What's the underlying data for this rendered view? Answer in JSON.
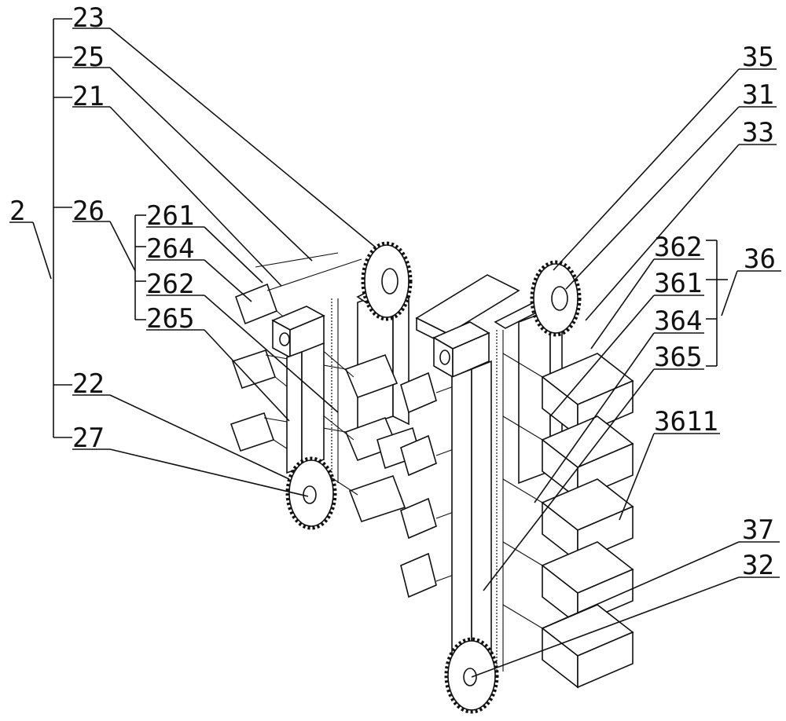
{
  "figure": {
    "labels": {
      "l2": "2",
      "l23": "23",
      "l25": "25",
      "l21": "21",
      "l26": "26",
      "l261": "261",
      "l264": "264",
      "l262": "262",
      "l265": "265",
      "l22": "22",
      "l27": "27",
      "l35": "35",
      "l31": "31",
      "l33": "33",
      "l362": "362",
      "l361": "361",
      "l364": "364",
      "l365": "365",
      "l36": "36",
      "l3611": "3611",
      "l37": "37",
      "l32": "32"
    }
  }
}
